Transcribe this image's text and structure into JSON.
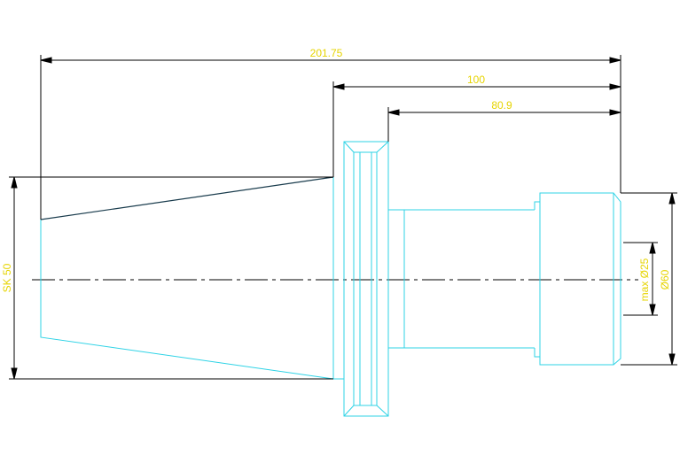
{
  "colors": {
    "background": "#ffffff",
    "part_outline": "#2fd3e6",
    "dimension_line": "#000000",
    "dimension_text": "#e6d400",
    "centerline": "#000000"
  },
  "dimensions": {
    "overall_length": "201.75",
    "length_from_flange": "100",
    "length_to_shank": "80.9",
    "taper_size": "SK 50",
    "bore_diameter": "max Ø25",
    "outer_diameter": "Ø60"
  }
}
